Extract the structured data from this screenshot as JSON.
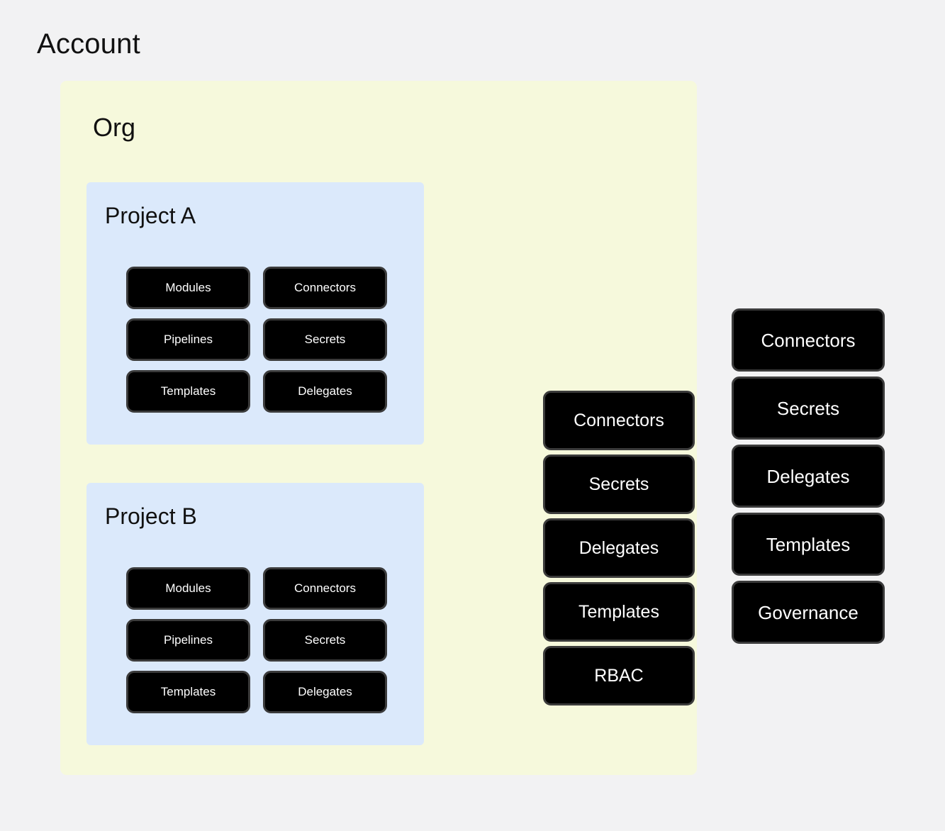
{
  "colors": {
    "page_background": "#f2f2f3",
    "account_text": "#111111",
    "org_background": "#f6f9dc",
    "project_background": "#dbe9fb",
    "chip_background": "#000000",
    "chip_border": "#3b3b3b",
    "chip_text": "#ffffff"
  },
  "account": {
    "title": "Account",
    "resources": [
      {
        "label": "Connectors"
      },
      {
        "label": "Secrets"
      },
      {
        "label": "Delegates"
      },
      {
        "label": "Templates"
      },
      {
        "label": "Governance"
      }
    ]
  },
  "org": {
    "title": "Org",
    "resources": [
      {
        "label": "Connectors"
      },
      {
        "label": "Secrets"
      },
      {
        "label": "Delegates"
      },
      {
        "label": "Templates"
      },
      {
        "label": "RBAC"
      }
    ]
  },
  "projects": [
    {
      "title": "Project A",
      "resources": [
        {
          "label": "Modules"
        },
        {
          "label": "Connectors"
        },
        {
          "label": "Pipelines"
        },
        {
          "label": "Secrets"
        },
        {
          "label": "Templates"
        },
        {
          "label": "Delegates"
        }
      ]
    },
    {
      "title": "Project B",
      "resources": [
        {
          "label": "Modules"
        },
        {
          "label": "Connectors"
        },
        {
          "label": "Pipelines"
        },
        {
          "label": "Secrets"
        },
        {
          "label": "Templates"
        },
        {
          "label": "Delegates"
        }
      ]
    }
  ]
}
